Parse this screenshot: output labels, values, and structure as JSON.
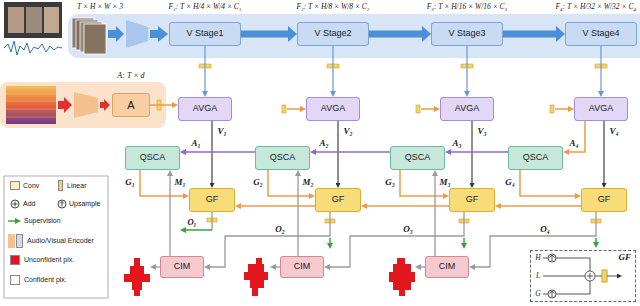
{
  "diagram": {
    "nodes": [
      {
        "text": [
          "V Stage1"
        ]
      },
      {
        "text": [
          "V Stage2"
        ]
      },
      {
        "text": [
          "V Stage3"
        ]
      },
      {
        "text": [
          "V Stage4"
        ]
      },
      {
        "text": [
          "A"
        ]
      },
      {
        "text": [
          "AVGA"
        ]
      },
      {
        "text": [
          "AVGA"
        ]
      },
      {
        "text": [
          "AVGA"
        ]
      },
      {
        "text": [
          "AVGA"
        ]
      },
      {
        "text": [
          "QSCA"
        ]
      },
      {
        "text": [
          "QSCA"
        ]
      },
      {
        "text": [
          "QSCA"
        ]
      },
      {
        "text": [
          "QSCA"
        ]
      },
      {
        "text": [
          "GF"
        ]
      },
      {
        "text": [
          "GF"
        ]
      },
      {
        "text": [
          "GF"
        ]
      },
      {
        "text": [
          "GF"
        ]
      },
      {
        "text": [
          "CIM"
        ]
      },
      {
        "text": [
          "CIM"
        ]
      },
      {
        "text": [
          "CIM"
        ]
      },
      {
        "text": [
          "GF"
        ]
      }
    ],
    "edges": [
      {
        "from": 0,
        "to": 1,
        "arrow": "to"
      },
      {
        "from": 1,
        "to": 2,
        "arrow": "to"
      },
      {
        "from": 2,
        "to": 3,
        "arrow": "to"
      },
      {
        "from": 0,
        "to": 5,
        "arrow": "to"
      },
      {
        "from": 1,
        "to": 6,
        "arrow": "to"
      },
      {
        "from": 2,
        "to": 7,
        "arrow": "to"
      },
      {
        "from": 3,
        "to": 8,
        "arrow": "to"
      },
      {
        "from": 4,
        "to": 5,
        "arrow": "to"
      },
      {
        "from": 5,
        "to": 13,
        "label": "V₁",
        "arrow": "to"
      },
      {
        "from": 6,
        "to": 14,
        "label": "V₂",
        "arrow": "to"
      },
      {
        "from": 7,
        "to": 15,
        "label": "V₃",
        "arrow": "to"
      },
      {
        "from": 8,
        "to": 16,
        "label": "V₄",
        "arrow": "to"
      },
      {
        "from": 8,
        "to": 12,
        "label": "A₄",
        "arrow": "to"
      },
      {
        "from": 12,
        "to": 11,
        "label": "A₃",
        "arrow": "to"
      },
      {
        "from": 11,
        "to": 10,
        "label": "A₂",
        "arrow": "to"
      },
      {
        "from": 10,
        "to": 9,
        "label": "A₁",
        "arrow": "to"
      },
      {
        "from": 9,
        "to": 13,
        "label": "G₁",
        "arrow": "to"
      },
      {
        "from": 10,
        "to": 14,
        "label": "G₂",
        "arrow": "to"
      },
      {
        "from": 11,
        "to": 15,
        "label": "G₃",
        "arrow": "to"
      },
      {
        "from": 12,
        "to": 16,
        "label": "G₄",
        "arrow": "to"
      },
      {
        "from": 14,
        "to": 13,
        "arrow": "to"
      },
      {
        "from": 15,
        "to": 14,
        "arrow": "to"
      },
      {
        "from": 16,
        "to": 15,
        "arrow": "to"
      },
      {
        "from": 14,
        "to": 17,
        "label": "O₂",
        "arrow": "to"
      },
      {
        "from": 15,
        "to": 18,
        "label": "O₃",
        "arrow": "to"
      },
      {
        "from": 16,
        "to": 19,
        "label": "O₄",
        "arrow": "to"
      },
      {
        "from": 17,
        "to": 9,
        "label": "M₁",
        "arrow": "to"
      },
      {
        "from": 18,
        "to": 10,
        "label": "M₂",
        "arrow": "to"
      },
      {
        "from": 19,
        "to": 11,
        "label": "M₃",
        "arrow": "to"
      }
    ],
    "labels": [
      "T × H × W × 3",
      "F₁: T × H/4 × W/4 × C₁",
      "F₂: T × H/8 × W/8 × C₂",
      "F₃: T × H/16 × W/16 × C₃",
      "F₄: T × H/32 × W/32 × C₄",
      "A: T × d",
      "O₁",
      "H",
      "L",
      "G"
    ],
    "legend": [
      {
        "text": "Conv",
        "color": "#fbefbd"
      },
      {
        "text": "Linear",
        "color": "#f3d36a"
      },
      {
        "text": "Add"
      },
      {
        "text": "Upsample"
      },
      {
        "text": "Supervision"
      },
      {
        "text": "Audio/Visual Encoder",
        "color": "#cadcf4"
      },
      {
        "text": "Unconfident pix.",
        "color": "#e3161e"
      },
      {
        "text": "Confident pix.",
        "color": "#ffffff"
      }
    ]
  }
}
